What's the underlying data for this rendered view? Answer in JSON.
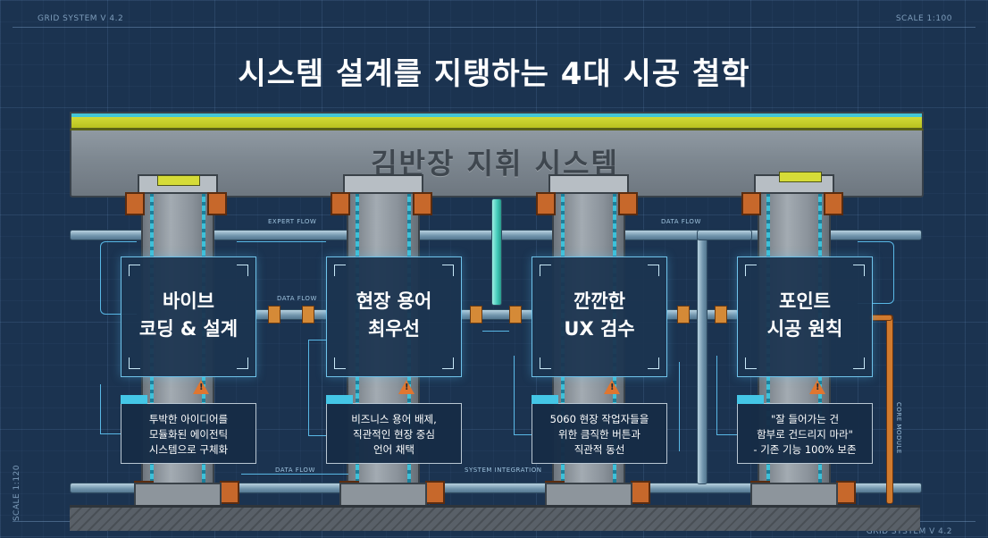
{
  "corner_top_left": "GRID SYSTEM V 4.2",
  "corner_top_right": "SCALE 1:100",
  "corner_bottom_left": "SCALE 1:120",
  "corner_bottom_right": "GRID SYSTEM V 4.2",
  "title": "시스템 설계를 지탱하는 4대 시공 철학",
  "beam_label": "김반장 지휘 시스템",
  "flow_labels": {
    "expert_flow": "EXPERT FLOW",
    "data_flow_top": "DATA FLOW",
    "data_flow_mid": "DATA FLOW",
    "data_flow_bottom": "DATA FLOW",
    "system_integration": "SYSTEM INTEGRATION",
    "core_module": "CORE MODULE"
  },
  "pillars": [
    {
      "title": "바이브\n코딩 & 설계",
      "desc": "투박한 아이디어를\n모듈화된 에이전틱\n시스템으로 구체화"
    },
    {
      "title": "현장 용어\n최우선",
      "desc": "비즈니스 용어 배제,\n직관적인 현장 중심\n언어 채택"
    },
    {
      "title": "깐깐한\nUX 검수",
      "desc": "5060 현장 작업자들을\n위한 큼직한 버튼과\n직관적 동선"
    },
    {
      "title": "포인트\n시공 원칙",
      "desc": "\"잘 들어가는 건\n함부로 건드리지 마라\"\n- 기존 기능 100% 보존"
    }
  ],
  "colors": {
    "background": "#1b3350",
    "panel_border": "#6fc3ea",
    "accent_orange": "#e07630",
    "beam_yellow": "#d9e23e"
  }
}
